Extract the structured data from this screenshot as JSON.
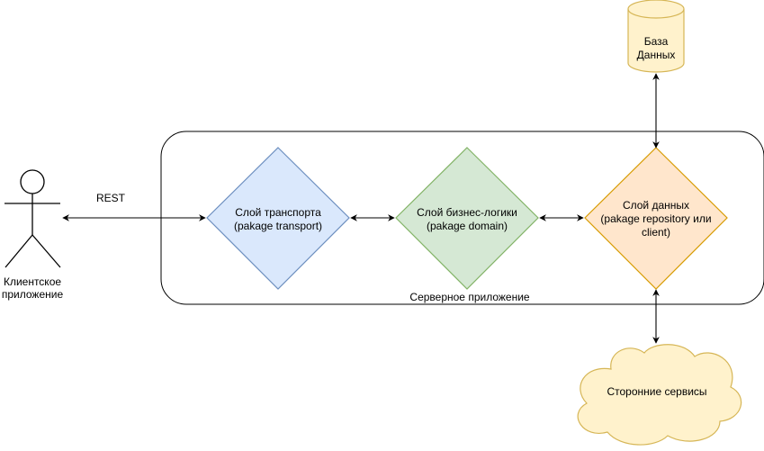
{
  "colors": {
    "transport_fill": "#dae8fc",
    "transport_stroke": "#6c8ebf",
    "domain_fill": "#d5e8d4",
    "domain_stroke": "#82b366",
    "data_fill": "#ffe6cc",
    "data_stroke": "#d79b00",
    "db_fill": "#fff2cc",
    "db_stroke": "#d6b656",
    "cloud_fill": "#fff2cc",
    "cloud_stroke": "#d6b656",
    "line": "#000000"
  },
  "client": {
    "line1": "Клиентское",
    "line2": "приложение"
  },
  "edge_rest": "REST",
  "server_container": "Серверное приложение",
  "transport": {
    "line1": "Слой транспорта",
    "line2": "(pakage transport)"
  },
  "domain": {
    "line1": "Слой бизнес-логики",
    "line2": "(pakage domain)"
  },
  "data_layer": {
    "line1": "Слой данных",
    "line2": "(pakage repository или",
    "line3": "client)"
  },
  "database": {
    "line1": "База",
    "line2": "Данных"
  },
  "external": "Сторонние сервисы"
}
